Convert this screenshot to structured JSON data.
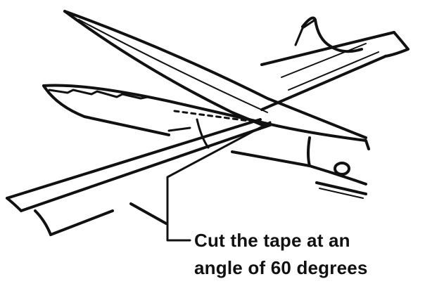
{
  "illustration": {
    "subject": "scissors cutting tape",
    "ink_color": "#111111",
    "paper_color": "#ffffff"
  },
  "callout": {
    "line1": "Cut the tape at an",
    "line2": "angle of 60 degrees"
  }
}
